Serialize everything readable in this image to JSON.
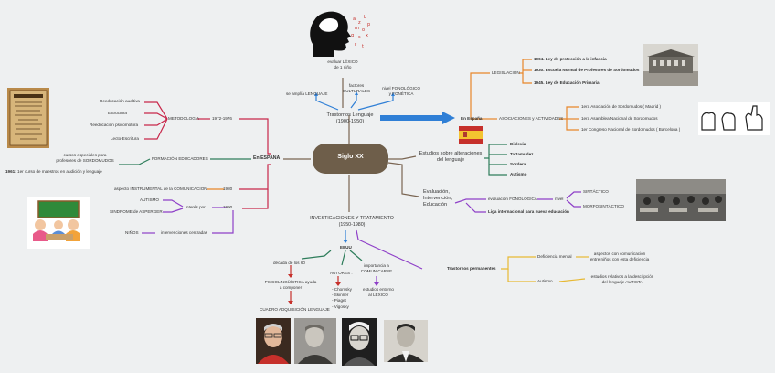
{
  "central": "Siglo XX",
  "top": {
    "title": "Trastornos Lenguaje\n(1900-1950)",
    "lexico": "evaluar LÉXICO\nde 1 niño",
    "lenguaje": "se amplía LENGUAJE",
    "factores": "factores\nCULTURALES",
    "fonologico": "nivel FONOLÓGICO\ny FONÉTICA"
  },
  "espana_right": {
    "title": "En España",
    "legislacion": "LEGISLACIÓN",
    "leyes": [
      "1904. Ley de protección a la infancia",
      "1930. Escuela Normal de Profesores de Sordomudos",
      "1945. Ley de Educación Primaria"
    ],
    "asociaciones": "ASOCIACIONES y ACTIVIDADES",
    "asoc_items": [
      "1era Asociación de Sordomudos ( Madrid )",
      "1era Asamblea Nacional de Sordomudos",
      "1er Congreso Nacional de Sordomudos ( Barcelona )"
    ]
  },
  "estudios": {
    "title": "Estudios sobre alteraciones\ndel lenguaje",
    "items": [
      "Dislexia",
      "Tartamudez",
      "Sordera",
      "Autismo"
    ]
  },
  "evaluacion": {
    "title": "Evaluación,\nIntervención,\nEducación",
    "fonologica": "evaluación FONOLÓGICA",
    "nivel": "nivel",
    "sintactico": "SINTÁCTICO",
    "morfosintactico": "MORFOSINTÁCTICO",
    "liga": "Liga internacional para nueva educación"
  },
  "espana_left": {
    "title": "En ESPAÑA",
    "y1972": "1972-1976",
    "metodologia": "METODOLOGÍA",
    "metodos": [
      "Reeducación auditiva",
      "Estructura",
      "Reeducación psicomotora",
      "Lecto-Escritura"
    ],
    "formacion": "FORMACIÓN EDUCADORES",
    "cursos": "cursos especiales para\nprofesores de SORDOMUDOS",
    "y1961_label": "1961:",
    "y1961": "1er curso de maestros en audición y lenguaje",
    "y1980": "1980",
    "aspecto": "aspecto INSTRUMENTAL de la COMUNICACIÓN",
    "y1990": "1990",
    "interes": "interés por",
    "autismo": "AUTISMO",
    "asperger": "SINDROME de ASPERGER",
    "ninos": "NIÑOS",
    "intervenciones": "intervenciones centradas"
  },
  "investigaciones": {
    "title": "INVESTIGACIONES Y TRATAMIENTO\n(1950-1980)",
    "eeuu": "EEUU",
    "decada": "década de los 60",
    "psico": "PSICOLINGÜÍSTICA ayuda\na componer",
    "cuadro": "CUADRO ADQUISICIÓN LENGUAJE",
    "autores": "AUTORES :",
    "autores_list": "- Chomsky\n- Skinner\n- Piaget\n- Vigosky",
    "importancia": "importancia a\nCOMUNICARSE",
    "estudios_lexico": "estudios entorno\nal LÉXICO",
    "permanentes": "Trastornos permanentes",
    "deficiencia": "Deficiencia mental",
    "deficiencia_desc": "aspectos con comunicación\nentre niños con esta deficiencia",
    "autismo": "Autismo",
    "autismo_desc": "estudios relativos a la descripción\ndel lenguaje AUTISTA"
  },
  "colors": {
    "bg": "#eef0f1",
    "central": "#6e5e4a",
    "orange": "#e8862a",
    "green": "#2e7d5b",
    "purple": "#8e3fc8",
    "pink": "#c8264a",
    "blue": "#2f7fd6",
    "yellow": "#e7b934",
    "brown": "#7a6552",
    "red": "#c6302b"
  }
}
